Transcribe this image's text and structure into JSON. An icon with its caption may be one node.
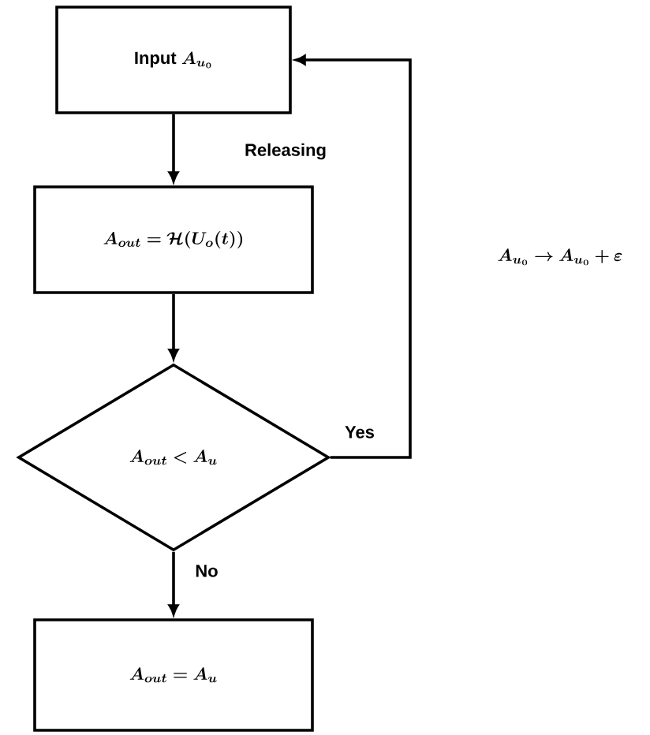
{
  "diagram": {
    "nodes": [
      {
        "text": [
          "\\textbf{Input}\\ \\boldsymbol{A_{u_0}}"
        ]
      },
      {
        "text": [
          "\\boldsymbol{A_{out} = \\mathcal{H}(U_o(t))}"
        ]
      },
      {
        "text": [
          "\\boldsymbol{A_{out} < A_u}"
        ]
      },
      {
        "text": [
          "\\boldsymbol{A_{out} = A_u}"
        ]
      }
    ],
    "edges": [
      {
        "from": 0,
        "to": 1,
        "arrow": "to",
        "label": "Releasing"
      },
      {
        "from": 1,
        "to": 2,
        "arrow": "to"
      },
      {
        "from": 2,
        "to": 0,
        "arrow": "to",
        "label": "Yes"
      },
      {
        "from": 2,
        "to": 3,
        "arrow": "to",
        "label": "No"
      }
    ],
    "labels": [
      "\\boldsymbol{A_{u_0} \\rightarrow A_{u_0} + \\varepsilon}"
    ]
  }
}
